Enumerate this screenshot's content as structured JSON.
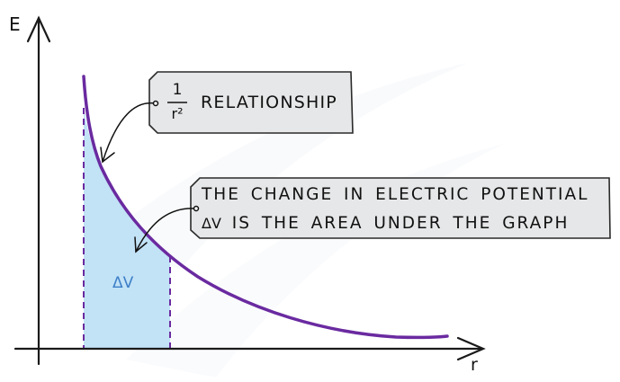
{
  "axes": {
    "y_label": "E",
    "x_label": "r"
  },
  "callouts": [
    {
      "fraction_numerator": "1",
      "fraction_denominator": "r²",
      "text": "RELATIONSHIP"
    },
    {
      "line1": "THE CHANGE IN ELECTRIC POTENTIAL",
      "line2_symbol": "ΔV",
      "line2": "IS THE AREA UNDER THE GRAPH"
    }
  ],
  "shaded_region": {
    "label": "ΔV"
  },
  "colors": {
    "curve": "#6a2aa0",
    "shading": "#bfe0f5",
    "area_label": "#3d7fc8",
    "callout_fill": "#e6e7e8",
    "axis": "#1a1a1a"
  }
}
